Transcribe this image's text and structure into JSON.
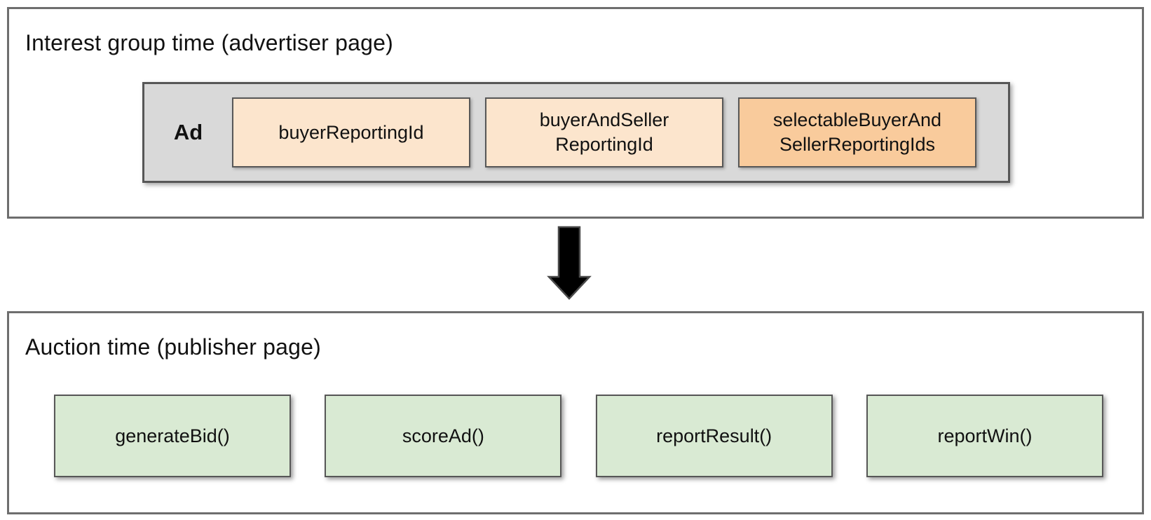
{
  "interest_group": {
    "title": "Interest group time (advertiser page)",
    "ad_label": "Ad",
    "id_boxes": [
      {
        "label": "buyerReportingId",
        "highlighted": false
      },
      {
        "label": "buyerAndSeller\nReportingId",
        "highlighted": false
      },
      {
        "label": "selectableBuyerAnd\nSellerReportingIds",
        "highlighted": true
      }
    ]
  },
  "flow": {
    "arrow_icon": "down-arrow"
  },
  "auction": {
    "title": "Auction time (publisher page)",
    "functions": [
      {
        "label": "generateBid()"
      },
      {
        "label": "scoreAd()"
      },
      {
        "label": "reportResult()"
      },
      {
        "label": "reportWin()"
      }
    ]
  },
  "colors": {
    "panel_border": "#6e6e6e",
    "shape_border": "#575757",
    "ad_strip_fill": "#d9d9d9",
    "id_box_fill": "#fce5cd",
    "id_box_highlight_fill": "#f9cb9c",
    "function_box_fill": "#d9ead3",
    "arrow_fill": "#000000",
    "text": "#111111"
  }
}
